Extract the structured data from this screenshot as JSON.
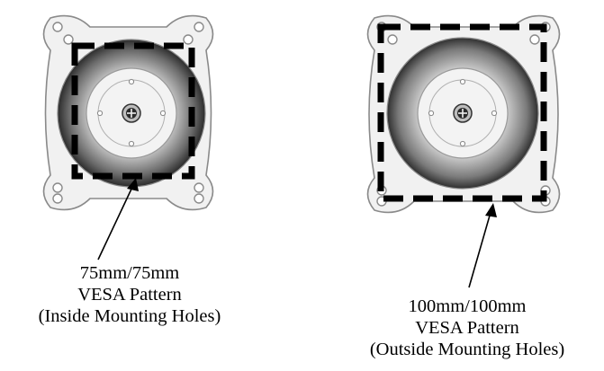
{
  "diagrams": [
    {
      "id": "vesa-75",
      "caption": {
        "size": "75mm/75mm",
        "pattern": "VESA Pattern",
        "holes": "(Inside Mounting Holes)"
      }
    },
    {
      "id": "vesa-100",
      "caption": {
        "size": "100mm/100mm",
        "pattern": "VESA Pattern",
        "holes": "(Outside Mounting Holes)"
      }
    }
  ],
  "colors": {
    "plate_fill": "#f1f1f1",
    "outline": "#8a8a8a",
    "dashed_box": "#000000"
  }
}
